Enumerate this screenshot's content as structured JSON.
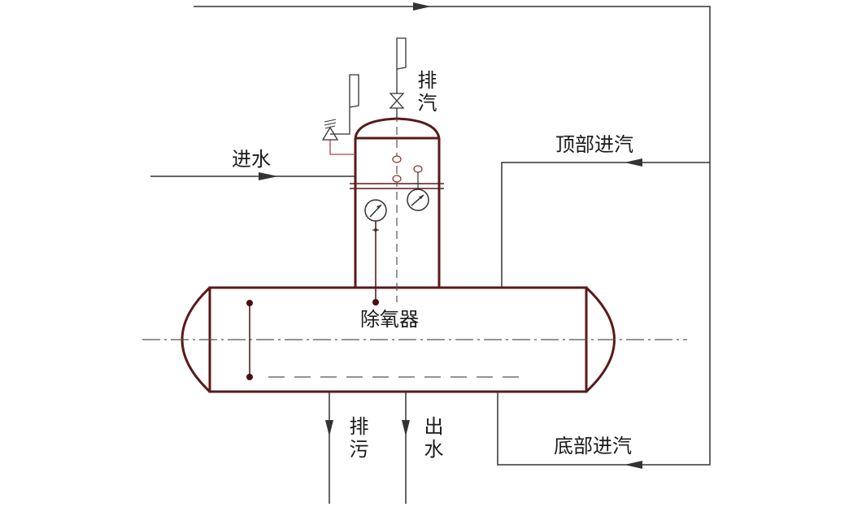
{
  "labels": {
    "vent": "排汽",
    "water_in": "进水",
    "top_steam": "顶部进汽",
    "deaerator": "除氧器",
    "blowdown": "排污",
    "water_out": "出水",
    "bottom_steam": "底部进汽"
  },
  "colors": {
    "vessel": "#5a1a1a",
    "line": "#333333",
    "dot": "#4a0f0f",
    "pipe_red": "#b04040"
  }
}
